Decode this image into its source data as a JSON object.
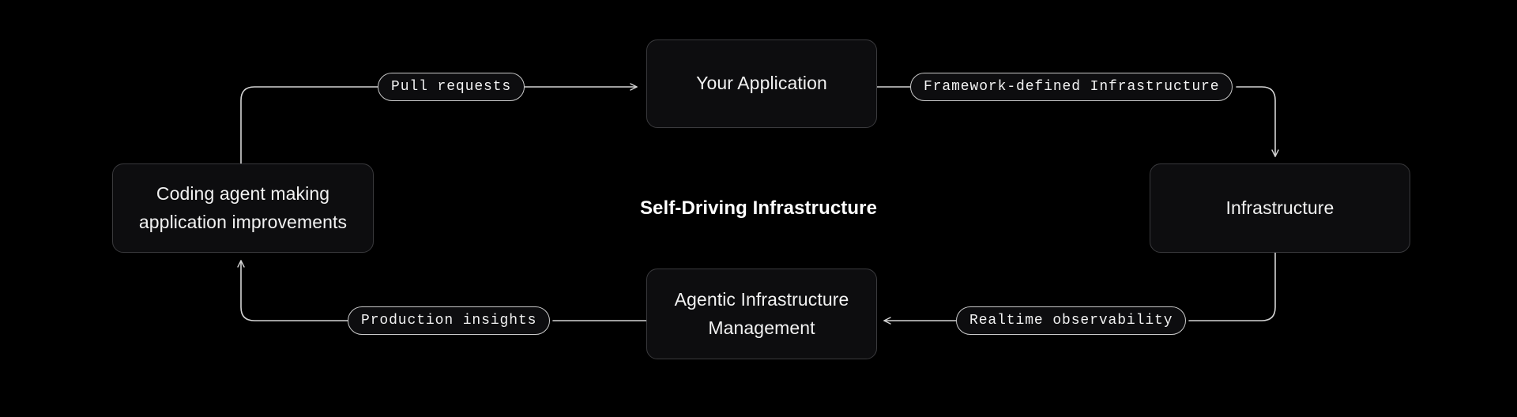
{
  "diagram": {
    "title": "Self-Driving Infrastructure",
    "background_color": "#000000",
    "node_fill_color": "#0d0d0f",
    "node_border_color": "#3a3a3d",
    "edge_color": "#d4d4d4",
    "text_color": "#f2f2f2",
    "type": "cycle-flow"
  },
  "nodes": {
    "your_application": "Your Application",
    "infrastructure": "Infrastructure",
    "agentic_management": "Agentic Infrastructure\nManagement",
    "coding_agent": "Coding agent making\napplication improvements"
  },
  "edge_labels": {
    "pull_requests": "Pull requests",
    "framework_defined": "Framework-defined Infrastructure",
    "production_insights": "Production insights",
    "realtime_observability": "Realtime observability"
  },
  "edges": [
    {
      "from": "coding_agent",
      "to": "your_application",
      "label": "Pull requests"
    },
    {
      "from": "your_application",
      "to": "infrastructure",
      "label": "Framework-defined Infrastructure"
    },
    {
      "from": "infrastructure",
      "to": "agentic_management",
      "label": "Realtime observability"
    },
    {
      "from": "agentic_management",
      "to": "coding_agent",
      "label": "Production insights"
    }
  ]
}
